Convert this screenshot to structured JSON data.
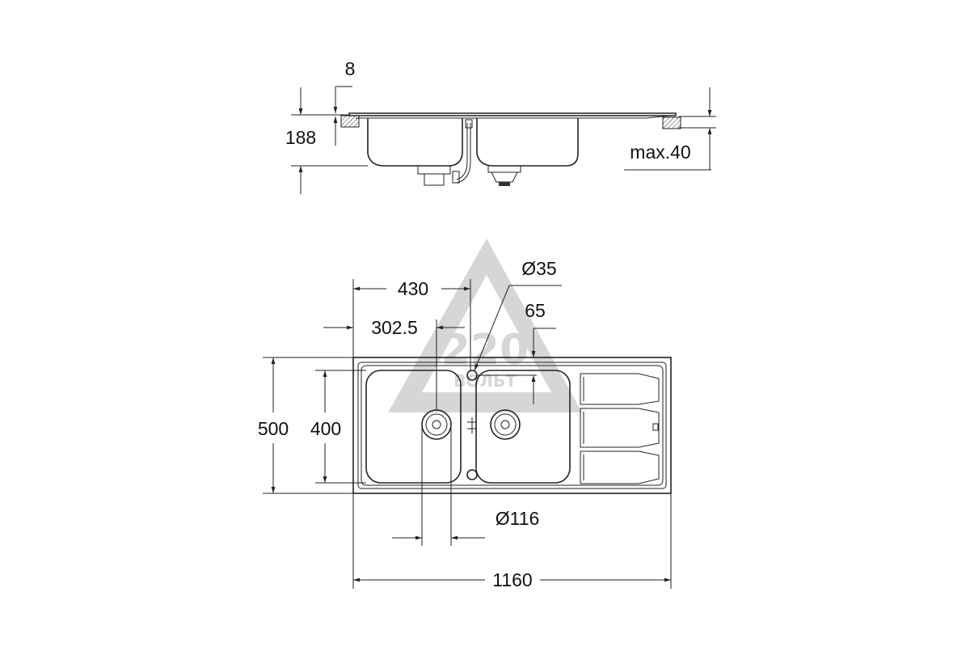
{
  "watermark": {
    "text": "220 ВОЛЬТ",
    "color": "#cfcfcf"
  },
  "side_view": {
    "dims": {
      "flange_thickness": "8",
      "depth": "188",
      "worktop_max": "max.40"
    }
  },
  "plan_view": {
    "dims": {
      "overall_width": "1160",
      "overall_depth": "500",
      "bowl_depth": "400",
      "tap_hole_offset": "430",
      "drain_offset": "302.5",
      "tap_hole_diameter": "Ø35",
      "tap_hole_from_edge": "65",
      "drain_diameter": "Ø116"
    }
  }
}
